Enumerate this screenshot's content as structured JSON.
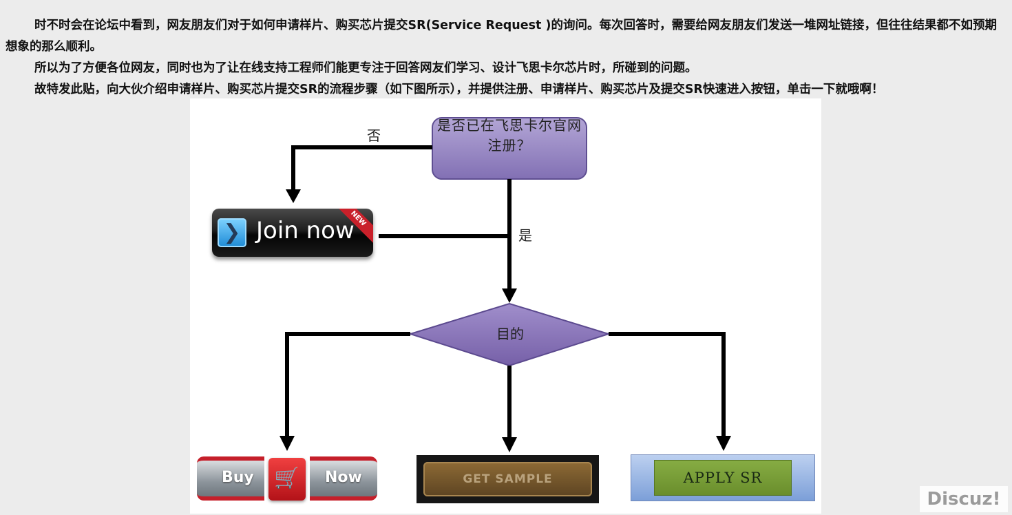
{
  "post": {
    "paragraph1": "时不时会在论坛中看到，网友朋友们对于如何申请样片、购买芯片提交SR(Service Request )的询问。每次回答时，需要给网友朋友们发送一堆网址链接，但往往结果都不如预期想象的那么顺利。",
    "paragraph2": "所以为了方便各位网友，同时也为了让在线支持工程师们能更专注于回答网友们学习、设计飞思卡尔芯片时，所碰到的问题。",
    "paragraph3": "故特发此贴，向大伙介绍申请样片、购买芯片提交SR的流程步骤（如下图所示），并提供注册、申请样片、购买芯片及提交SR快速进入按钮，单击一下就哦啊！"
  },
  "flowchart": {
    "decision_question": "是否已在飞思卡尔官网注册？",
    "no_label": "否",
    "yes_label": "是",
    "purpose_label": "目的",
    "join_button": {
      "label": "Join now",
      "ribbon": "NEW",
      "icon": "chevron-right-icon"
    },
    "buy_button": {
      "left_label": "Buy",
      "right_label": "Now",
      "icon": "shopping-cart-icon"
    },
    "sample_button_label": "GET SAMPLE",
    "apply_button_label": "APPLY SR",
    "colors": {
      "decision_fill": "#9484bd",
      "diamond_fill": "#8a74b6",
      "arrow": "#000000"
    }
  },
  "watermark": "Discuz!"
}
